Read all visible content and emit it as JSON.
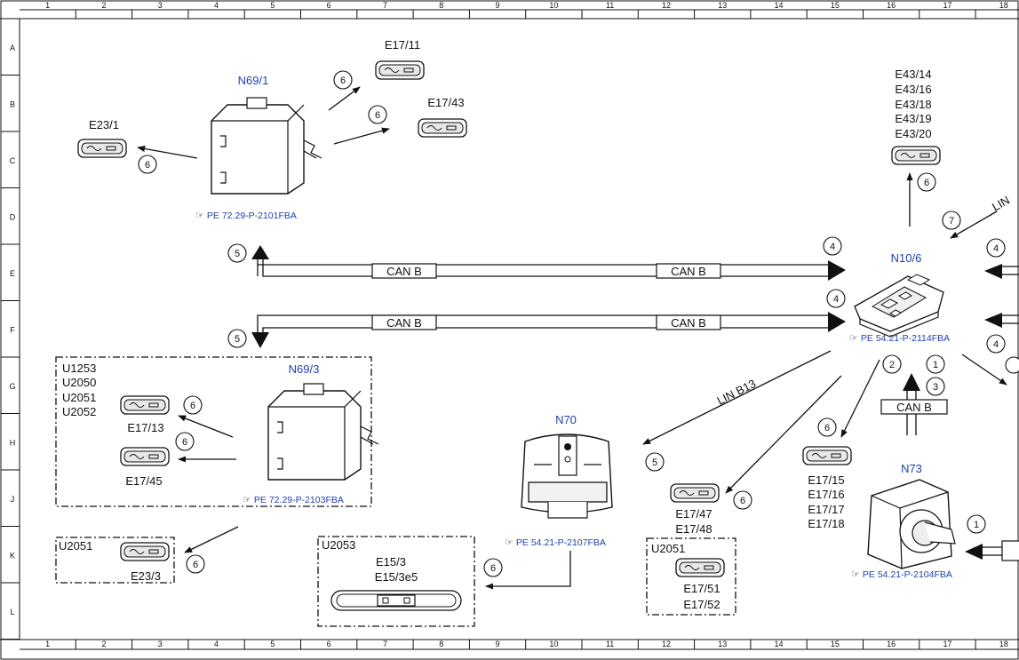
{
  "grid": {
    "columns": [
      "1",
      "2",
      "3",
      "4",
      "5",
      "6",
      "7",
      "8",
      "9",
      "10",
      "11",
      "12",
      "13",
      "14",
      "15",
      "16",
      "17",
      "18"
    ],
    "rows": [
      "A",
      "B",
      "C",
      "D",
      "E",
      "F",
      "G",
      "H",
      "J",
      "K",
      "L"
    ]
  },
  "components": {
    "n69_1": {
      "name": "N69/1",
      "ref": "PE 72.29-P-2101FBA"
    },
    "n69_3": {
      "name": "N69/3",
      "ref": "PE 72.29-P-2103FBA"
    },
    "n10_6": {
      "name": "N10/6",
      "ref": "PE 54.21-P-2114FBA"
    },
    "n70": {
      "name": "N70",
      "ref": "PE 54.21-P-2107FBA"
    },
    "n73": {
      "name": "N73",
      "ref": "PE 54.21-P-2104FBA"
    }
  },
  "labels": {
    "e17_11": "E17/11",
    "e17_43": "E17/43",
    "e23_1": "E23/1",
    "e43": [
      "E43/14",
      "E43/16",
      "E43/18",
      "E43/19",
      "E43/20"
    ],
    "u_group": [
      "U1253",
      "U2050",
      "U2051",
      "U2052"
    ],
    "e17_13": "E17/13",
    "e17_45": "E17/45",
    "u2051_a": "U2051",
    "e23_3": "E23/3",
    "u2053": "U2053",
    "e15": [
      "E15/3",
      "E15/3e5"
    ],
    "e17_47_48": [
      "E17/47",
      "E17/48"
    ],
    "u2051_b": "U2051",
    "e17_51_52": [
      "E17/51",
      "E17/52"
    ],
    "e17_15_18": [
      "E17/15",
      "E17/16",
      "E17/17",
      "E17/18"
    ],
    "lin_b13": "LIN B13",
    "lin_partial": "LIN"
  },
  "bus": {
    "can_b": "CAN B"
  },
  "markers": {
    "m1": "1",
    "m2": "2",
    "m3": "3",
    "m4": "4",
    "m5": "5",
    "m6": "6",
    "m7": "7"
  }
}
